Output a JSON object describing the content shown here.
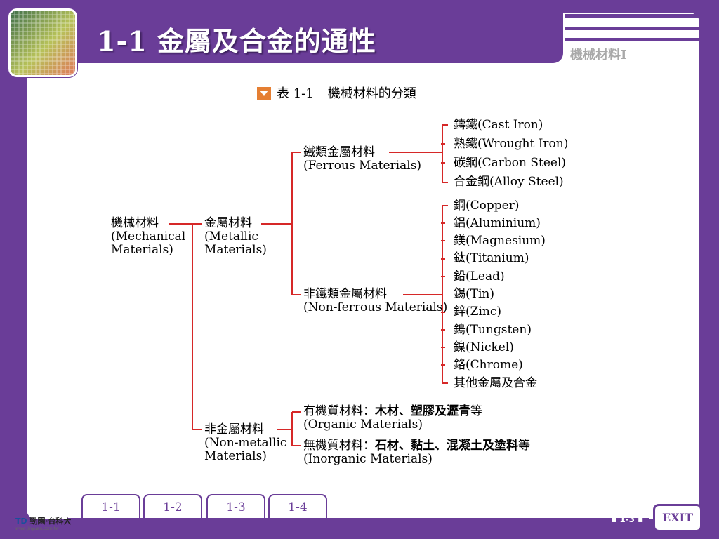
{
  "header": {
    "title": "1-1 金屬及合金的通性",
    "subject": "機械材料I"
  },
  "caption": {
    "table_number": "表 1-1",
    "text": "機械材料的分類"
  },
  "diagram": {
    "root": {
      "zh": "機械材料",
      "en1": "(Mechanical",
      "en2": "Materials)"
    },
    "metallic": {
      "zh": "金屬材料",
      "en1": "(Metallic",
      "en2": "Materials)"
    },
    "ferrous": {
      "zh": "鐵類金屬材料",
      "en": "(Ferrous Materials)"
    },
    "ferrous_items": [
      "鑄鐵(Cast Iron)",
      "熟鐵(Wrought Iron)",
      "碳鋼(Carbon Steel)",
      "合金鋼(Alloy Steel)"
    ],
    "nonferrous": {
      "zh": "非鐵類金屬材料",
      "en": "(Non-ferrous Materials)"
    },
    "nonferrous_items": [
      "銅(Copper)",
      "鋁(Aluminium)",
      "鎂(Magnesium)",
      "鈦(Titanium)",
      "鉛(Lead)",
      "錫(Tin)",
      "鋅(Zinc)",
      "鎢(Tungsten)",
      "鎳(Nickel)",
      "鉻(Chrome)",
      "其他金屬及合金"
    ],
    "nonmetallic": {
      "zh": "非金屬材料",
      "en1": "(Non-metallic",
      "en2": "Materials)"
    },
    "organic": {
      "prefix": "有機質材料：",
      "examples": "木材、塑膠及瀝青",
      "suffix": "等",
      "en": "(Organic Materials)"
    },
    "inorganic": {
      "prefix": "無機質材料：",
      "examples": "石材、黏土、混凝土及塗料",
      "suffix": "等",
      "en": "(Inorganic Materials)"
    }
  },
  "tabs": [
    "1-1",
    "1-2",
    "1-3",
    "1-4"
  ],
  "footer": {
    "publisher": "勁園‧台科大",
    "url": "www.jinyuan.com.tw",
    "page": "1-3",
    "exit_label": "EXIT"
  },
  "colors": {
    "frame": "#6a3d98",
    "tree_line": "#d62828",
    "caption_marker": "#e57f33"
  }
}
